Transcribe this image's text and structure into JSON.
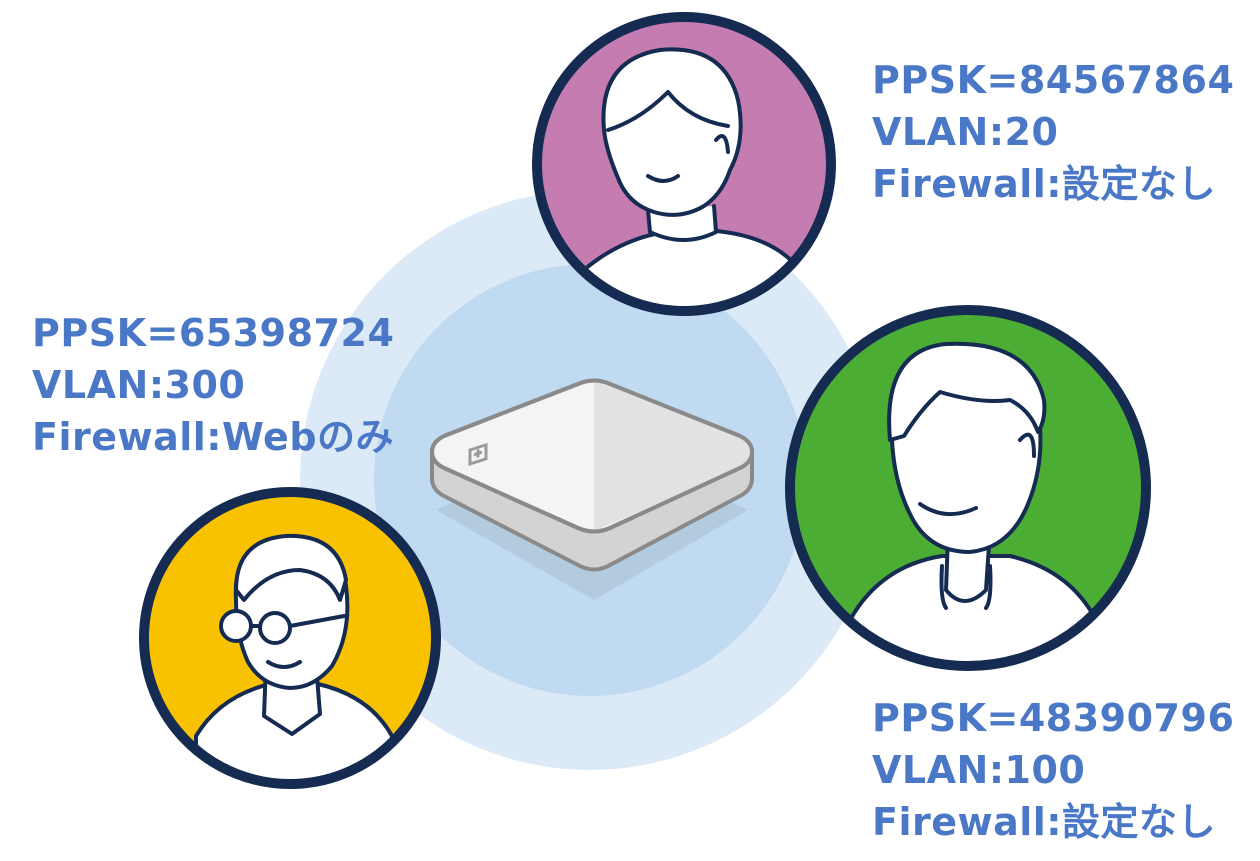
{
  "users": [
    {
      "id": "top-user",
      "avatar_color": "#c47cb1",
      "ppsk": "PPSK=84567864",
      "vlan": "VLAN:20",
      "firewall": "Firewall:設定なし"
    },
    {
      "id": "left-user",
      "avatar_color": "#f8c200",
      "ppsk": "PPSK=65398724",
      "vlan": "VLAN:300",
      "firewall": "Firewall:Webのみ"
    },
    {
      "id": "right-user",
      "avatar_color": "#4cad35",
      "ppsk": "PPSK=48390796",
      "vlan": "VLAN:100",
      "firewall": "Firewall:設定なし"
    }
  ],
  "colors": {
    "label_text": "#4a78c6",
    "outline": "#152b52",
    "signal_outer": "#dce9f6",
    "signal_inner": "#c0dbf1",
    "device_body": "#f2f2f2",
    "device_edge": "#8a8a8a"
  },
  "icons": {
    "device": "access-point-icon",
    "device_logo": "brand-logo-icon"
  }
}
